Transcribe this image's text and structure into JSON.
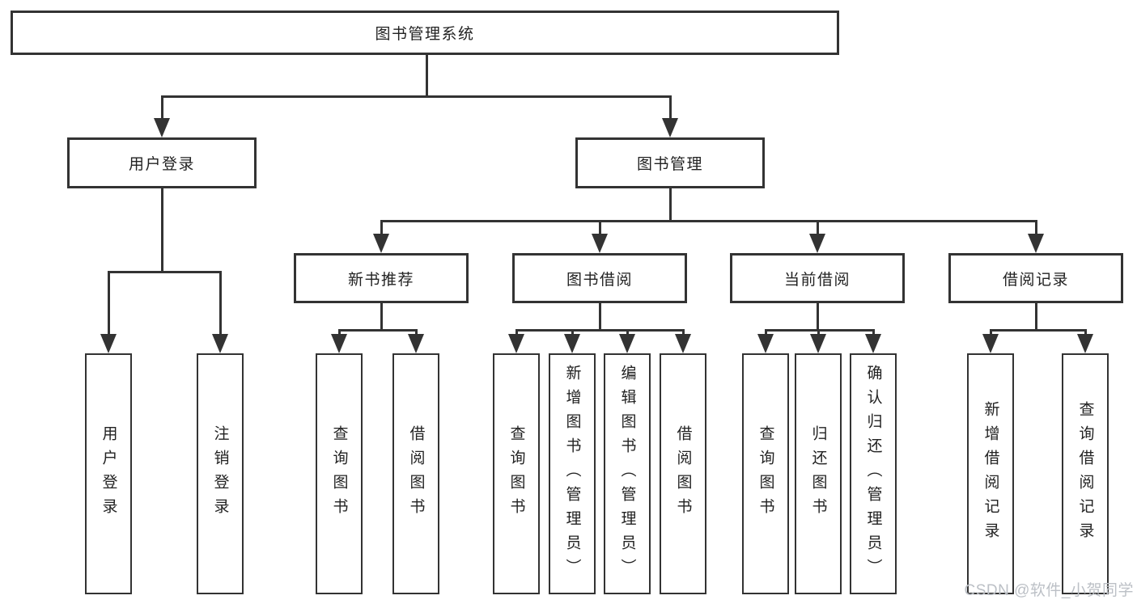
{
  "diagram": {
    "root": {
      "label": "图书管理系统"
    },
    "branches": [
      {
        "label": "用户登录",
        "children": [
          {
            "label": "用户登录"
          },
          {
            "label": "注销登录"
          }
        ]
      },
      {
        "label": "图书管理",
        "children": [
          {
            "label": "新书推荐",
            "children": [
              {
                "label": "查询图书"
              },
              {
                "label": "借阅图书"
              }
            ]
          },
          {
            "label": "图书借阅",
            "children": [
              {
                "label": "查询图书"
              },
              {
                "label": "新增图书（管理员）"
              },
              {
                "label": "编辑图书（管理员）"
              },
              {
                "label": "借阅图书"
              }
            ]
          },
          {
            "label": "当前借阅",
            "children": [
              {
                "label": "查询图书"
              },
              {
                "label": "归还图书"
              },
              {
                "label": "确认归还（管理员）"
              }
            ]
          },
          {
            "label": "借阅记录",
            "children": [
              {
                "label": "新增借阅记录"
              },
              {
                "label": "查询借阅记录"
              }
            ]
          }
        ]
      }
    ]
  },
  "watermark": {
    "text": "CSDN @软件_小贺同学"
  },
  "colors": {
    "line": "#333333",
    "box_background": "#ffffff",
    "label_text": "#222222",
    "watermark_text": "#bcc0c6"
  }
}
